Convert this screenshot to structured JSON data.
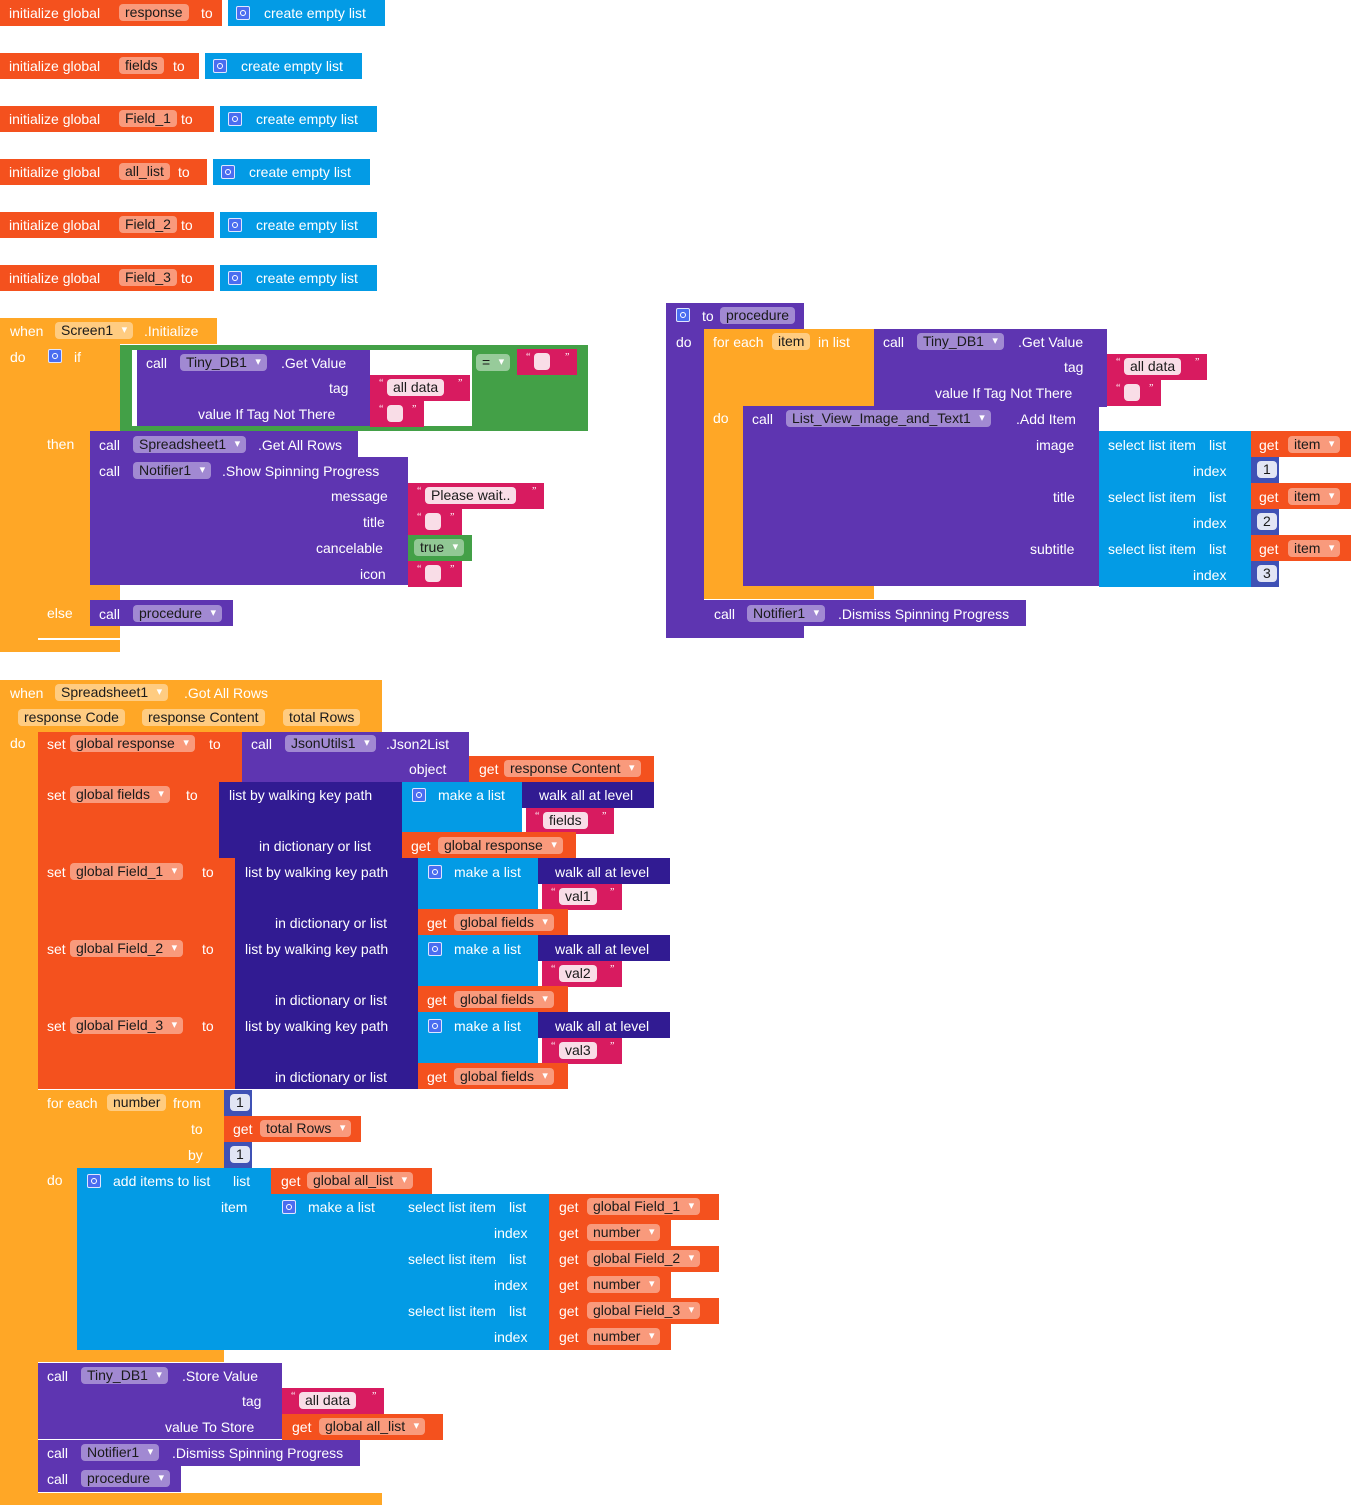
{
  "colors": {
    "variables": "#f4511e",
    "lists": "#039be5",
    "events": "#ffa726",
    "components": "#5e35b1",
    "control_if": "#43a047",
    "text": "#d81b60",
    "number": "#3f51b5",
    "logic": "#43a047",
    "dictionary": "#311b92"
  },
  "globals": {
    "kw_init": "initialize global",
    "kw_to": "to",
    "create_empty_list": "create empty list",
    "names": [
      "response",
      "fields",
      "Field_1",
      "all_list",
      "Field_2",
      "Field_3"
    ]
  },
  "screen_init": {
    "when": "when",
    "component": "Screen1",
    "event": ".Initialize",
    "do": "do",
    "if": "if",
    "then": "then",
    "else": "else",
    "call": "call",
    "tinydb": "Tiny_DB1",
    "get_value": ".Get Value",
    "tag": "tag",
    "value_if": "value If Tag Not There",
    "tag_value": "all data",
    "equals": "=",
    "spreadsheet": "Spreadsheet1",
    "get_all_rows": ".Get All Rows",
    "notifier": "Notifier1",
    "show_spinning": ".Show Spinning Progress",
    "message": "message",
    "title": "title",
    "cancelable": "cancelable",
    "icon": "icon",
    "message_value": "Please wait..",
    "true_value": "true",
    "procedure": "procedure"
  },
  "procedure_def": {
    "to": "to",
    "name": "procedure",
    "do": "do",
    "for_each": "for each",
    "item": "item",
    "in_list": "in list",
    "call": "call",
    "tinydb": "Tiny_DB1",
    "get_value": ".Get Value",
    "tag": "tag",
    "tag_value": "all data",
    "value_if": "value If Tag Not There",
    "listview": "List_View_Image_and_Text1",
    "add_item": ".Add Item",
    "image": "image",
    "title": "title",
    "subtitle": "subtitle",
    "index": "index",
    "select_list_item": "select list item",
    "list": "list",
    "get": "get",
    "indices": [
      "1",
      "2",
      "3"
    ],
    "notifier": "Notifier1",
    "dismiss": ".Dismiss Spinning Progress"
  },
  "got_all_rows": {
    "when": "when",
    "component": "Spreadsheet1",
    "event": ".Got All Rows",
    "params": [
      "response Code",
      "response Content",
      "total Rows"
    ],
    "do": "do",
    "set": "set",
    "to": "to",
    "call": "call",
    "get": "get",
    "json_utils": "JsonUtils1",
    "json2list": ".Json2List",
    "object": "object",
    "global_response": "global response",
    "response_content": "response Content",
    "global_fields": "global fields",
    "global_field_1": "global Field_1",
    "global_field_2": "global Field_2",
    "global_field_3": "global Field_3",
    "walk_key_path": "list by walking key path",
    "in_dict": "in dictionary or list",
    "make_a_list": "make a list",
    "walk_all": "walk all at level",
    "keys": [
      "fields",
      "val1",
      "val2",
      "val3"
    ],
    "for_each": "for each",
    "number": "number",
    "from": "from",
    "by": "by",
    "from_value": "1",
    "by_value": "1",
    "total_rows": "total Rows",
    "add_items": "add items to list",
    "list": "list",
    "item": "item",
    "global_all_list": "global all_list",
    "select_list_item": "select list item",
    "index": "index",
    "tinydb": "Tiny_DB1",
    "store_value": ".Store Value",
    "tag": "tag",
    "tag_value": "all data",
    "value_to_store": "value To Store",
    "notifier": "Notifier1",
    "dismiss": ".Dismiss Spinning Progress",
    "procedure": "procedure"
  }
}
